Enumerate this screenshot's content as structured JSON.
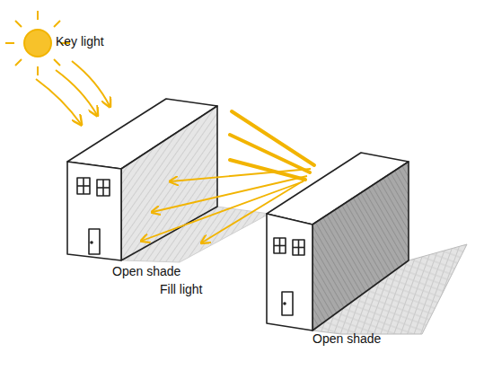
{
  "diagram": {
    "labels": [
      "Key light",
      "Open shade",
      "Fill light",
      "Open shade"
    ]
  }
}
